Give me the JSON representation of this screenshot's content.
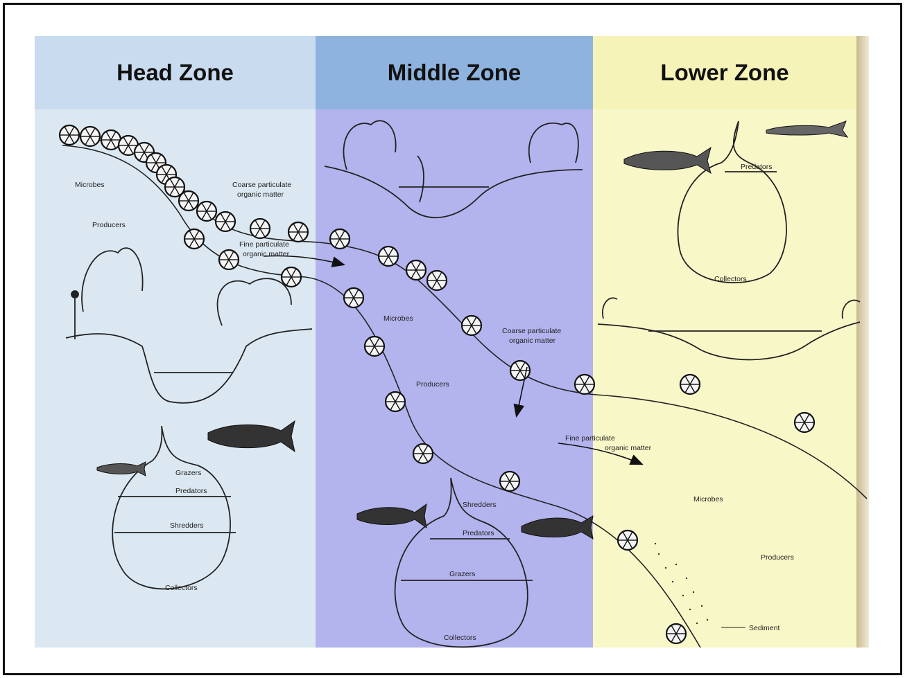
{
  "zones": {
    "head": "Head Zone",
    "middle": "Middle Zone",
    "lower": "Lower Zone"
  },
  "head_labels": {
    "microbes": "Microbes",
    "producers": "Producers",
    "cpom": [
      "Coarse particulate",
      "organic matter"
    ],
    "fpom": [
      "Fine particulate",
      "organic matter"
    ],
    "grazers": "Grazers",
    "predators": "Predators",
    "shredders": "Shredders",
    "collectors": "Collectors"
  },
  "middle_labels": {
    "microbes": "Microbes",
    "cpom": [
      "Coarse particulate",
      "organic matter"
    ],
    "producers": "Producers",
    "shredders": "Shredders",
    "predators": "Predators",
    "grazers": "Grazers",
    "collectors": "Collectors"
  },
  "lower_labels": {
    "predators": "Predators",
    "collectors": "Collectors",
    "fpom": [
      "Fine particulate",
      "organic matter"
    ],
    "microbes": "Microbes",
    "producers": "Producers",
    "sediment": "Sediment"
  },
  "colors": {
    "head_bg": "#dbe8f2",
    "head_header": "#c9dbee",
    "middle_bg": "#b3b3ee",
    "middle_header": "#8eb3df",
    "lower_bg": "#f8f7c8",
    "lower_header": "#f6f3b9"
  }
}
